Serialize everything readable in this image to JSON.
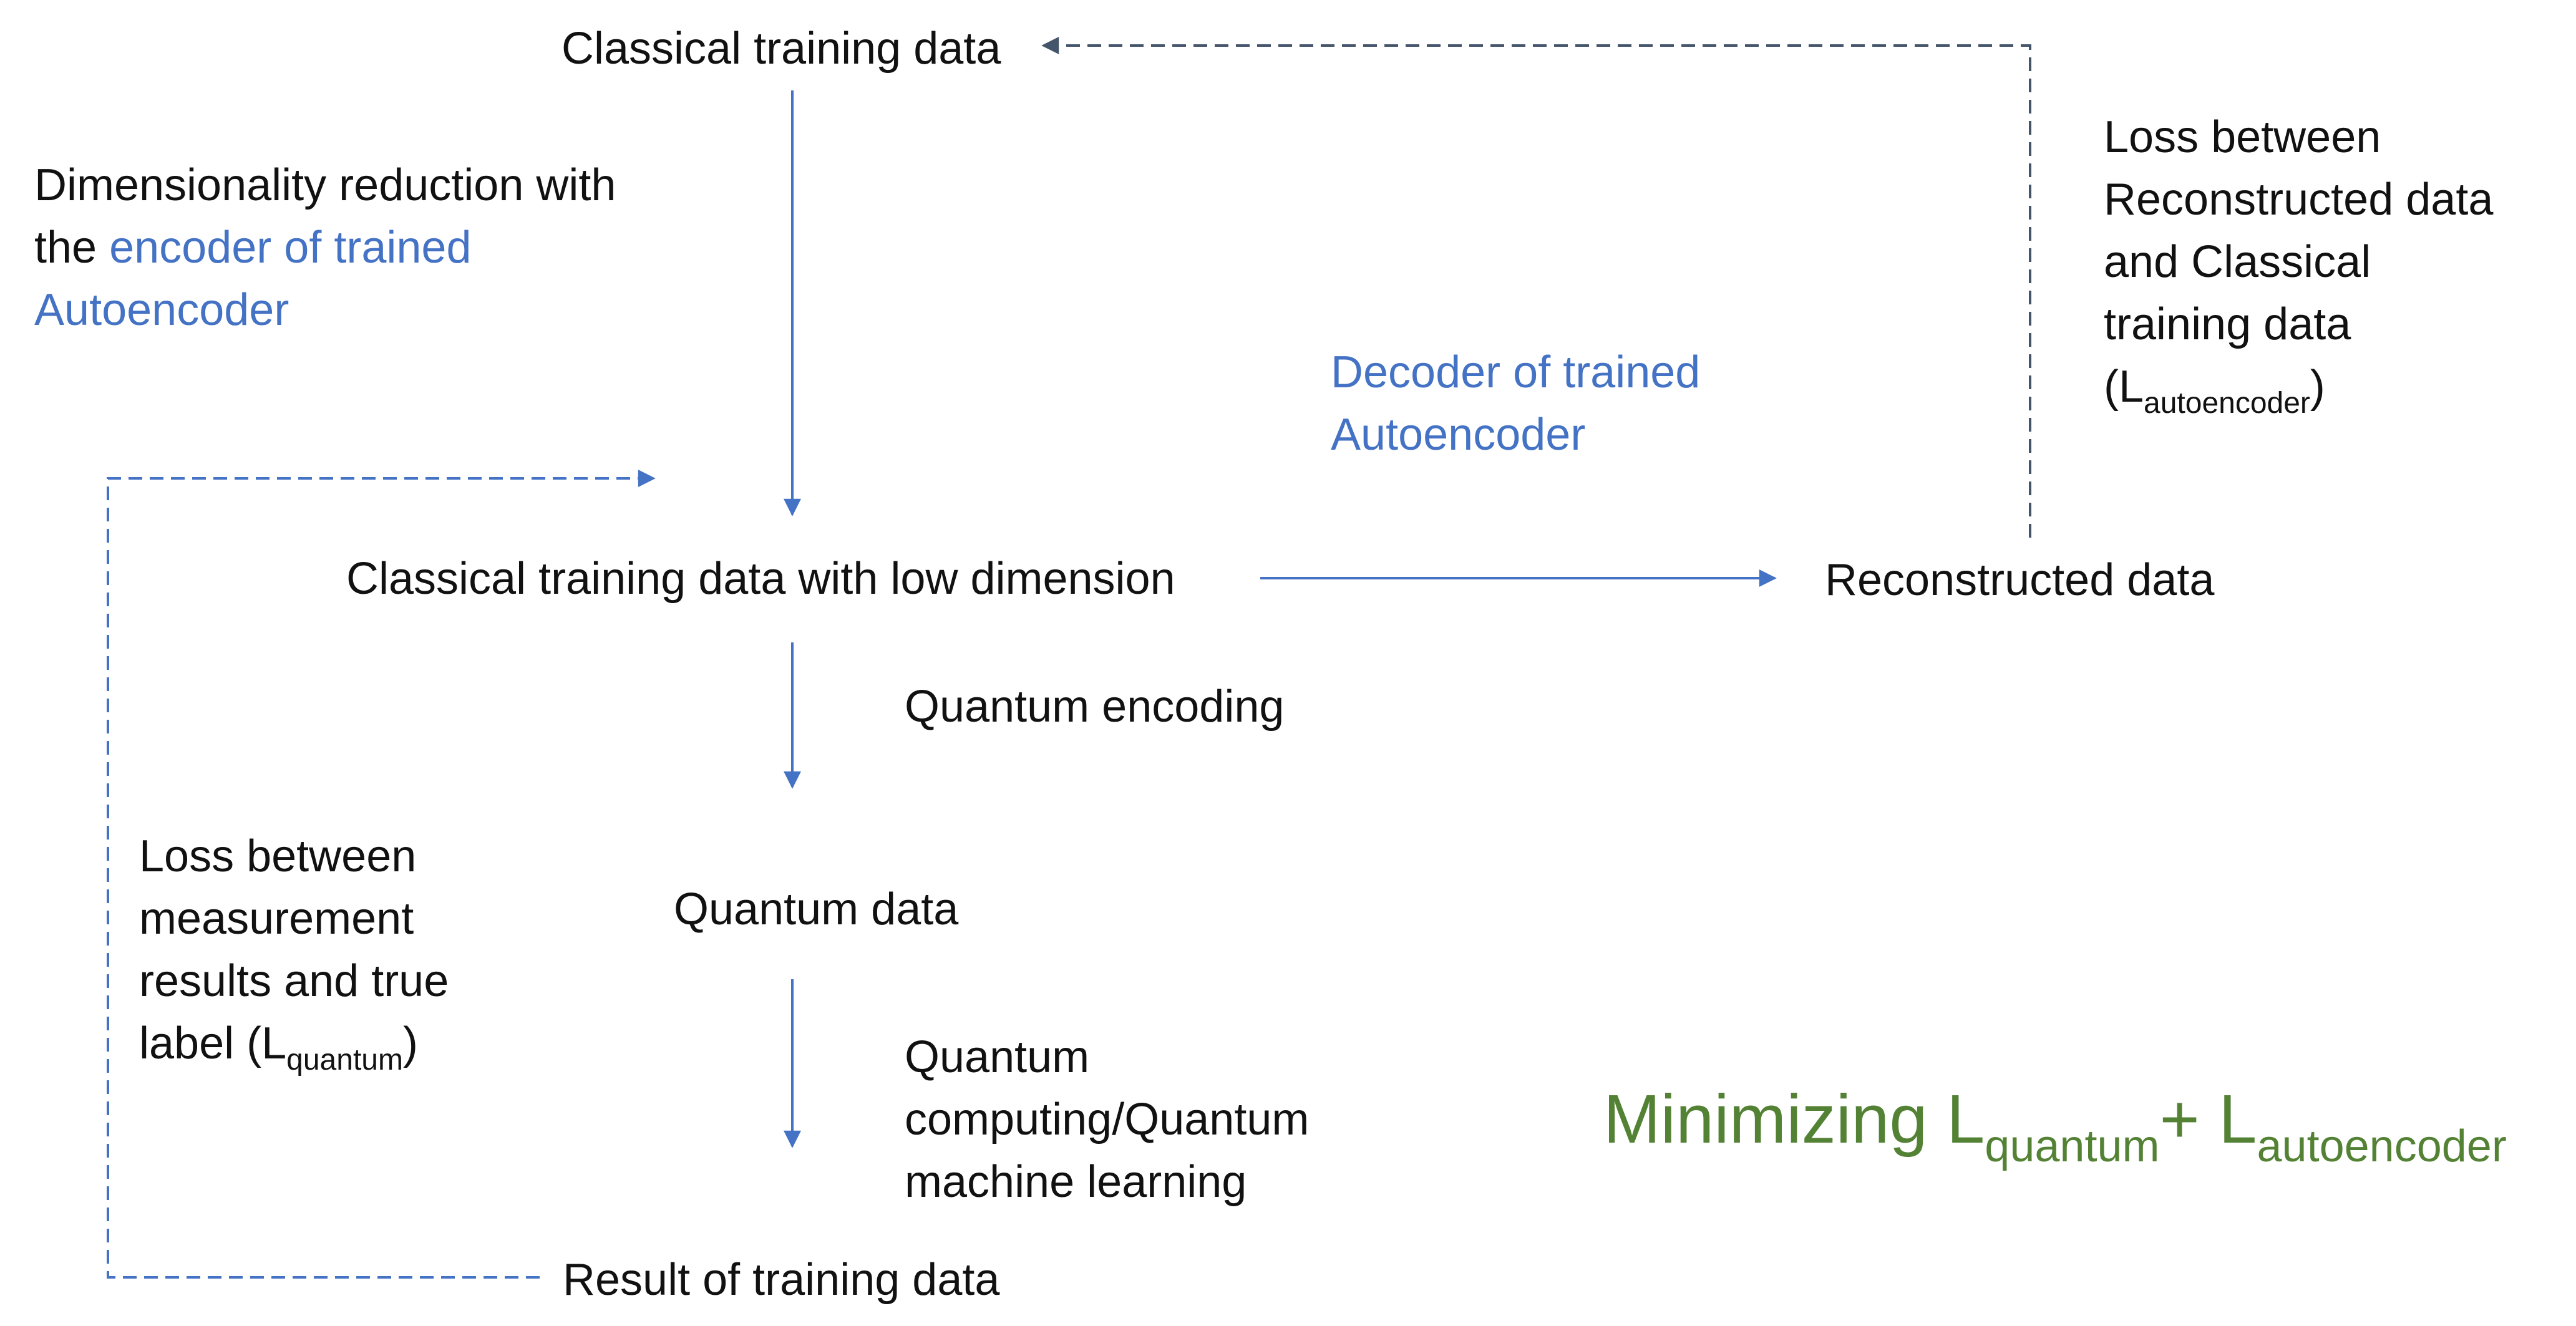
{
  "nodes": {
    "classical_training_data": "Classical training data",
    "classical_low_dim": "Classical training data with low dimension",
    "reconstructed_data": "Reconstructed data",
    "quantum_data": "Quantum data",
    "result_training_data": "Result of training data"
  },
  "labels": {
    "dim_reduction": {
      "line1": "Dimensionality reduction with",
      "line2_prefix": "the ",
      "line2_highlight": "encoder of trained",
      "line3": "Autoencoder"
    },
    "decoder": {
      "line1": "Decoder of trained",
      "line2": "Autoencoder"
    },
    "loss_autoencoder": {
      "line1": "Loss between",
      "line2": "Reconstructed data",
      "line3": "and Classical",
      "line4": "training data",
      "open": "(L",
      "sub": "autoencoder",
      "close": ")"
    },
    "quantum_encoding": "Quantum encoding",
    "loss_quantum": {
      "line1": "Loss between",
      "line2": "measurement",
      "line3": "results and true",
      "line4_prefix": "label (L",
      "sub": "quantum",
      "close": ")"
    },
    "quantum_computing": {
      "line1": "Quantum",
      "line2": "computing/Quantum",
      "line3": "machine learning"
    },
    "minimizing": {
      "prefix": "Minimizing L",
      "sub1": "quantum",
      "plus": "+ L",
      "sub2": "autoencoder"
    }
  },
  "colors": {
    "solid_arrow": "#4472c4",
    "dashed_arrow_blue": "#4472c4",
    "dashed_arrow_dark": "#44546a",
    "highlight_text": "#4472c4",
    "minimize_text": "#548235"
  }
}
